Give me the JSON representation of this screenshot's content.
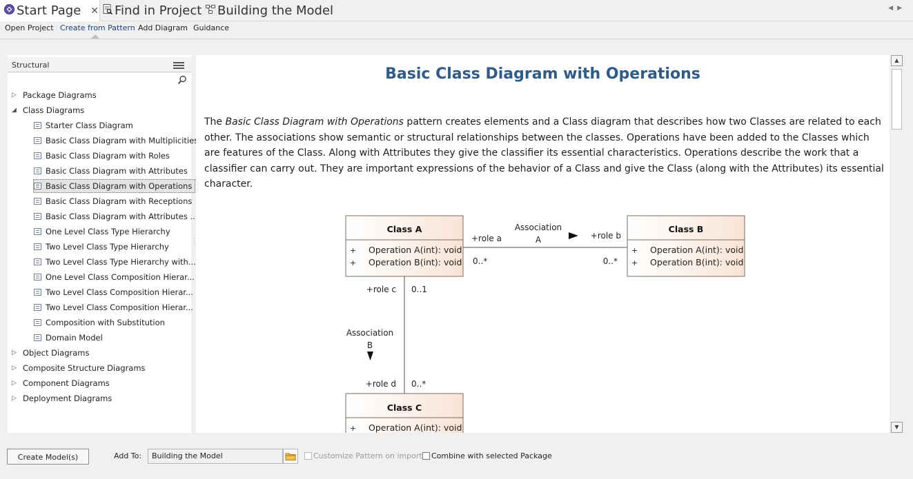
{
  "tabs": [
    {
      "label": "Start Page",
      "icon": "start-page-icon",
      "closable": true
    },
    {
      "label": "Find in Project",
      "icon": "find-in-project-icon"
    },
    {
      "label": "Building the Model",
      "icon": "diagram-icon"
    }
  ],
  "commands": {
    "open_project": "Open Project",
    "create_from_pattern": "Create from Pattern",
    "add_diagram": "Add Diagram",
    "guidance": "Guidance"
  },
  "tree": {
    "header": "Structural",
    "items": [
      {
        "label": "Package Diagrams",
        "type": "group",
        "expanded": false
      },
      {
        "label": "Class Diagrams",
        "type": "group",
        "expanded": true
      },
      {
        "label": "Starter Class Diagram",
        "type": "leaf"
      },
      {
        "label": "Basic Class Diagram with Multiplicities",
        "type": "leaf"
      },
      {
        "label": "Basic Class Diagram with Roles",
        "type": "leaf"
      },
      {
        "label": "Basic Class Diagram with Attributes",
        "type": "leaf"
      },
      {
        "label": "Basic Class Diagram with Operations",
        "type": "leaf",
        "selected": true
      },
      {
        "label": "Basic Class Diagram with Receptions",
        "type": "leaf"
      },
      {
        "label": "Basic Class Diagram with Attributes ...",
        "type": "leaf"
      },
      {
        "label": "One Level Class Type Hierarchy",
        "type": "leaf"
      },
      {
        "label": "Two Level Class Type Hierarchy",
        "type": "leaf"
      },
      {
        "label": "Two Level Class Type Hierarchy with...",
        "type": "leaf"
      },
      {
        "label": "One Level Class Composition Hierar...",
        "type": "leaf"
      },
      {
        "label": "Two Level Class Composition Hierar...",
        "type": "leaf"
      },
      {
        "label": "Two Level Class Composition Hierar...",
        "type": "leaf"
      },
      {
        "label": "Composition with Substitution",
        "type": "leaf"
      },
      {
        "label": "Domain Model",
        "type": "leaf"
      },
      {
        "label": "Object Diagrams",
        "type": "group",
        "expanded": false
      },
      {
        "label": "Composite Structure Diagrams",
        "type": "group",
        "expanded": false
      },
      {
        "label": "Component Diagrams",
        "type": "group",
        "expanded": false
      },
      {
        "label": "Deployment Diagrams",
        "type": "group",
        "expanded": false
      }
    ]
  },
  "content": {
    "title": "Basic Class Diagram with Operations",
    "desc_pre": "The ",
    "desc_em": "Basic Class Diagram with Operations",
    "desc_post": " pattern creates elements and a Class diagram that describes how two Classes are related to each other. The associations show semantic or structural relationships between the classes. Operations have been added to the Classes which are features of the Class. Along with Attributes they give the classifier its essential characteristics. Operations describe the work that a classifier can carry out. They are important expressions of the behavior of a Class and give the Class (along with the Attributes) its essential character."
  },
  "diagram": {
    "classes": [
      {
        "name": "Class A",
        "ops": [
          "Operation A(int): void",
          "Operation B(int): void"
        ]
      },
      {
        "name": "Class B",
        "ops": [
          "Operation A(int): void",
          "Operation B(int): void"
        ]
      },
      {
        "name": "Class C",
        "ops": [
          "Operation A(int): void"
        ]
      }
    ],
    "visibility": "+",
    "assoc_a": {
      "name_line1": "Association",
      "name_line2": "A",
      "role_a": "+role a",
      "role_b": "+role b",
      "mult_a": "0..*",
      "mult_b": "0..*"
    },
    "assoc_b": {
      "name_line1": "Association",
      "name_line2": "B",
      "role_c": "+role c",
      "role_d": "+role d",
      "mult_c": "0..1",
      "mult_d": "0..*"
    }
  },
  "bottom": {
    "create_button": "Create Model(s)",
    "add_to_label": "Add To:",
    "add_to_value": "Building the Model",
    "customize_label": "Customize Pattern on import",
    "customize_enabled": false,
    "combine_label": "Combine with selected Package"
  },
  "colors": {
    "title_blue": "#2e5b8a",
    "class_fill": "#fbeee4",
    "class_border": "#8a6a55"
  }
}
